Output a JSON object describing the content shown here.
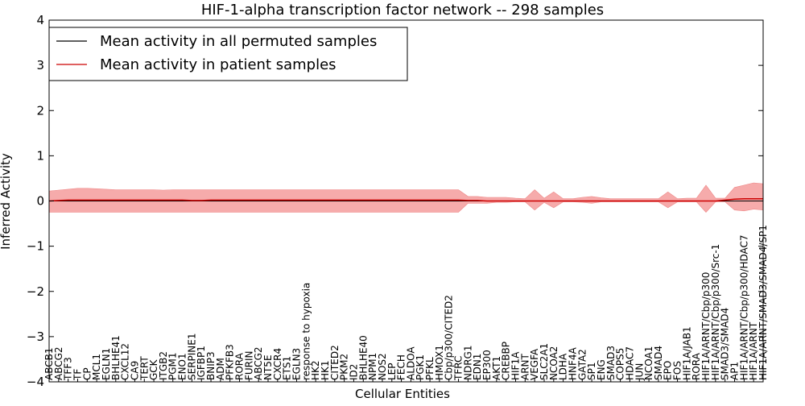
{
  "chart_data": {
    "type": "area",
    "title": "HIF-1-alpha transcription factor network -- 298 samples",
    "xlabel": "Cellular Entities",
    "ylabel": "Inferred Activity",
    "ylim": [
      -4,
      4
    ],
    "yticks": [
      -4,
      -3,
      -2,
      -1,
      0,
      1,
      2,
      3,
      4
    ],
    "legend_position": "top-left",
    "grid": false,
    "categories": [
      "ABCB1",
      "ADM",
      "CA9",
      "CP",
      "CXCL12",
      "CXCR4",
      "EDN1",
      "EGLN1",
      "EGLN3",
      "ENG",
      "EPO",
      "ETS1",
      "FECH",
      "FURIN",
      "GCK",
      "HK1",
      "HK2",
      "HMOX1",
      "IGFBP1",
      "ITGB2",
      "LDHA",
      "LEP",
      "MCL1",
      "NDRG1",
      "NOS2",
      "NPM1",
      "NT5E",
      "PFKFB3",
      "PFKL",
      "PGK1",
      "PGM1",
      "PKM2",
      "RORA",
      "SERPINE1",
      "TERT",
      "TF",
      "TFF3",
      "TFRC",
      "VEGFA",
      "ABCG2",
      "ALDOA",
      "BHLHE40",
      "BHLHE41",
      "BNIP3",
      "CITED2",
      "response to hypoxia",
      "HIF1A/ARNT",
      "HIF1A/ARNT/Cbp/p300",
      "HIF1A/ARNT/Cbp/p300/Src-1",
      "HIF1A/ARNT/Cbp/p300/HDAC7",
      "HIF1A/ARNT/SMAD3/SMAD4",
      "HIF1A/ARNT/SMAD3/SMAD4/SP1",
      "Cbp/p300/CITED2",
      "AKT1",
      "ARNT",
      "COPS5",
      "CREBBP",
      "EP300",
      "FOS",
      "HDAC7",
      "HIF1A",
      "HIF1A/JAB1",
      "HNF4A",
      "JUN",
      "NCOA1",
      "NCOA2",
      "SLC2A1",
      "SMAD3",
      "SMAD3/SMAD4",
      "SMAD4",
      "SP1",
      "AP1",
      "ID2",
      "HIF1A/ARNT/Cbp/p300/Src-1"
    ],
    "display_labels": [
      "ABCB1",
      "ADM",
      "CA9",
      "CP",
      "CXCL12",
      "CXCR4",
      "EDN1",
      "EGLN1",
      "EGLN3",
      "ENG",
      "EPO",
      "ETS1",
      "FECH",
      "FURIN",
      "GCK",
      "HK1",
      "HK2",
      "HMOX1",
      "IGFBP1",
      "ITGB2",
      "LDHA",
      "LEP",
      "MCL1",
      "NDRG1",
      "NOS2",
      "NPM1",
      "NT5E",
      "PFKFB3",
      "PFKL",
      "PGK1",
      "PGM1",
      "PKM2",
      "RORA",
      "SERPINE1",
      "TERT",
      "TF",
      "TFF3",
      "TFRC",
      "VEGFA"
    ],
    "x_labels": [
      "ABCB1",
      "ABCG2",
      "TFF3",
      "TF",
      "CP",
      "MCL1",
      "EGLN1",
      "BHLHE41",
      "CXCL12",
      "CA9",
      "TERT",
      "GCK",
      "ITGB2",
      "PGM1",
      "ENO1",
      "SERPINE1",
      "IGFBP1",
      "BNIP3",
      "ADM",
      "PFKFB3",
      "RORA",
      "FURIN",
      "ABCG2",
      "NT5E",
      "CXCR4",
      "ETS1",
      "EGLN3",
      "response to hypoxia",
      "HK2",
      "HK1",
      "CITED2",
      "PKM2",
      "ID2",
      "BHLHE40",
      "NPM1",
      "NOS2",
      "LEP",
      "FECH",
      "ALDOA",
      "PGK1",
      "PFKL",
      "HMOX1",
      "Cbp/p300/CITED2",
      "TFRC",
      "NDRG1",
      "EDN1",
      "EP300",
      "AKT1",
      "CREBBP",
      "HIF1A",
      "ARNT",
      "VEGFA",
      "SLC2A1",
      "NCOA2",
      "LDHA",
      "HNF4A",
      "GATA2",
      "SP1",
      "ENG",
      "SMAD3",
      "COPS5",
      "HDAC7",
      "JUN",
      "NCOA1",
      "SMAD4",
      "EPO",
      "FOS",
      "HIF1A/JAB1",
      "RORA",
      "HIF1A/ARNT/Cbp/p300",
      "HIF1A/ARNT/Cbp/p300/Src-1",
      "SMAD3/SMAD4",
      "AP1",
      "HIF1A/ARNT/Cbp/p300/HDAC7",
      "HIF1A/ARNT",
      "HIF1A/ARNT/SMAD3/SMAD4/SP1"
    ],
    "series": [
      {
        "name": "Mean activity in all permuted samples",
        "color": "#000000",
        "values": [
          0.0,
          0.0,
          0.0,
          0.0,
          0.0,
          0.0,
          0.0,
          0.0,
          0.0,
          0.0,
          0.0,
          0.0,
          0.0,
          0.0,
          0.0,
          0.0,
          0.0,
          0.0,
          0.0,
          0.0,
          0.0,
          0.0,
          0.0,
          0.0,
          0.0,
          0.0,
          0.0,
          0.0,
          0.0,
          0.0,
          0.0,
          0.0,
          0.0,
          0.0,
          0.0,
          0.0,
          0.0,
          0.0,
          0.0,
          0.0,
          0.0,
          0.0,
          0.0,
          0.0,
          0.0,
          0.0,
          0.0,
          0.0,
          0.0,
          0.0,
          0.0,
          0.0,
          0.0,
          0.0,
          0.0,
          0.0,
          0.0,
          0.0,
          0.0,
          0.0,
          0.0,
          0.0,
          0.0,
          0.0,
          0.0,
          0.0,
          0.0,
          0.0,
          0.0,
          0.0,
          0.0,
          0.0,
          0.0,
          0.0,
          0.0,
          0.0
        ]
      },
      {
        "name": "Mean activity in patient samples",
        "color": "#cc0000",
        "values": [
          0.0,
          0.01,
          0.02,
          0.02,
          0.02,
          0.02,
          0.02,
          0.02,
          0.02,
          0.02,
          0.02,
          0.02,
          0.02,
          0.02,
          0.02,
          0.01,
          0.01,
          0.02,
          0.02,
          0.02,
          0.02,
          0.02,
          0.02,
          0.02,
          0.02,
          0.02,
          0.02,
          0.02,
          0.02,
          0.02,
          0.02,
          0.02,
          0.02,
          0.02,
          0.02,
          0.02,
          0.02,
          0.02,
          0.02,
          0.02,
          0.02,
          0.02,
          0.02,
          0.02,
          0.01,
          0.01,
          0.0,
          0.0,
          0.0,
          0.0,
          0.0,
          0.0,
          0.0,
          0.0,
          0.0,
          0.0,
          0.0,
          0.0,
          0.0,
          0.0,
          0.0,
          0.0,
          0.0,
          0.0,
          0.0,
          0.0,
          0.0,
          0.0,
          0.0,
          0.0,
          0.0,
          0.02,
          0.04,
          0.05,
          0.05,
          0.05
        ]
      }
    ],
    "patient_band": {
      "color": "#ee6666",
      "upper": [
        0.22,
        0.24,
        0.26,
        0.28,
        0.28,
        0.27,
        0.26,
        0.25,
        0.25,
        0.25,
        0.25,
        0.25,
        0.24,
        0.25,
        0.25,
        0.25,
        0.25,
        0.25,
        0.25,
        0.25,
        0.25,
        0.25,
        0.25,
        0.25,
        0.25,
        0.25,
        0.25,
        0.25,
        0.25,
        0.25,
        0.25,
        0.25,
        0.25,
        0.25,
        0.25,
        0.25,
        0.25,
        0.25,
        0.25,
        0.25,
        0.25,
        0.25,
        0.25,
        0.25,
        0.1,
        0.1,
        0.08,
        0.08,
        0.08,
        0.06,
        0.05,
        0.25,
        0.06,
        0.2,
        0.05,
        0.05,
        0.08,
        0.1,
        0.07,
        0.05,
        0.05,
        0.05,
        0.05,
        0.05,
        0.05,
        0.2,
        0.05,
        0.06,
        0.06,
        0.35,
        0.06,
        0.06,
        0.3,
        0.35,
        0.4,
        0.38
      ],
      "lower": [
        -0.25,
        -0.25,
        -0.25,
        -0.25,
        -0.25,
        -0.25,
        -0.25,
        -0.25,
        -0.25,
        -0.25,
        -0.25,
        -0.25,
        -0.25,
        -0.25,
        -0.25,
        -0.25,
        -0.25,
        -0.25,
        -0.25,
        -0.25,
        -0.25,
        -0.25,
        -0.25,
        -0.25,
        -0.25,
        -0.25,
        -0.25,
        -0.25,
        -0.25,
        -0.25,
        -0.25,
        -0.25,
        -0.25,
        -0.25,
        -0.25,
        -0.25,
        -0.25,
        -0.25,
        -0.25,
        -0.25,
        -0.25,
        -0.25,
        -0.25,
        -0.25,
        -0.05,
        -0.05,
        -0.05,
        -0.03,
        -0.03,
        -0.02,
        -0.02,
        -0.2,
        -0.03,
        -0.15,
        -0.02,
        -0.02,
        -0.03,
        -0.05,
        -0.02,
        -0.02,
        -0.02,
        -0.02,
        -0.02,
        -0.02,
        -0.02,
        -0.15,
        -0.02,
        -0.02,
        -0.02,
        -0.25,
        -0.02,
        -0.02,
        -0.2,
        -0.22,
        -0.18,
        -0.2
      ]
    }
  }
}
